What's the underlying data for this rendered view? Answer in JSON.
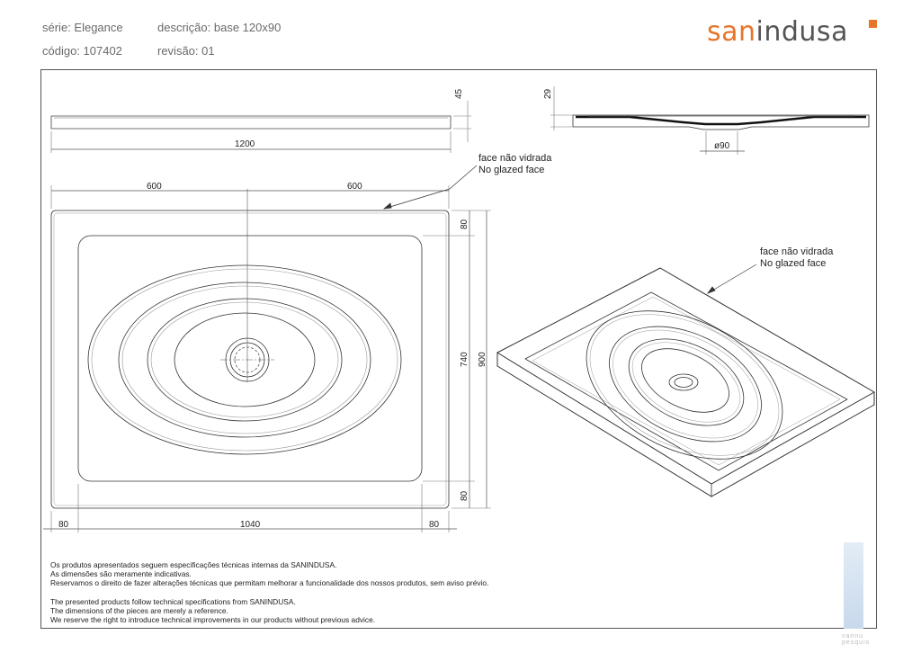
{
  "header": {
    "serie": "série: Elegance",
    "descricao": "descrição: base 120x90",
    "codigo": "código: 107402",
    "revisao": "revisão: 01"
  },
  "logo": {
    "part1": "san",
    "part2": "indusa"
  },
  "dimensions": {
    "d45": "45",
    "d1200": "1200",
    "d29": "29",
    "d90": "ø90",
    "d600a": "600",
    "d600b": "600",
    "d80top": "80",
    "d740": "740",
    "d900": "900",
    "d80bottom": "80",
    "d80left": "80",
    "d1040": "1040",
    "d80right": "80"
  },
  "labels": {
    "top_pt": "face não vidrada",
    "top_en": "No glazed face",
    "iso_pt": "face não vidrada",
    "iso_en": "No glazed face"
  },
  "notes": {
    "pt1": "Os produtos apresentados seguem especificações técnicas internas da SANINDUSA.",
    "pt2": "As dimensões são meramente indicativas.",
    "pt3": "Reservamos o direito de fazer alterações técnicas que permitam melhorar a funcionalidade dos nossos produtos, sem aviso prévio.",
    "en1": "The presented products follow technical specifications from SANINDUSA.",
    "en2": "The dimensions of the pieces are merely a reference.",
    "en3": "We reserve the right to introduce technical improvements in our products without previous advice."
  },
  "watermark": {
    "line1": "vannu",
    "line2": "pesquis"
  }
}
